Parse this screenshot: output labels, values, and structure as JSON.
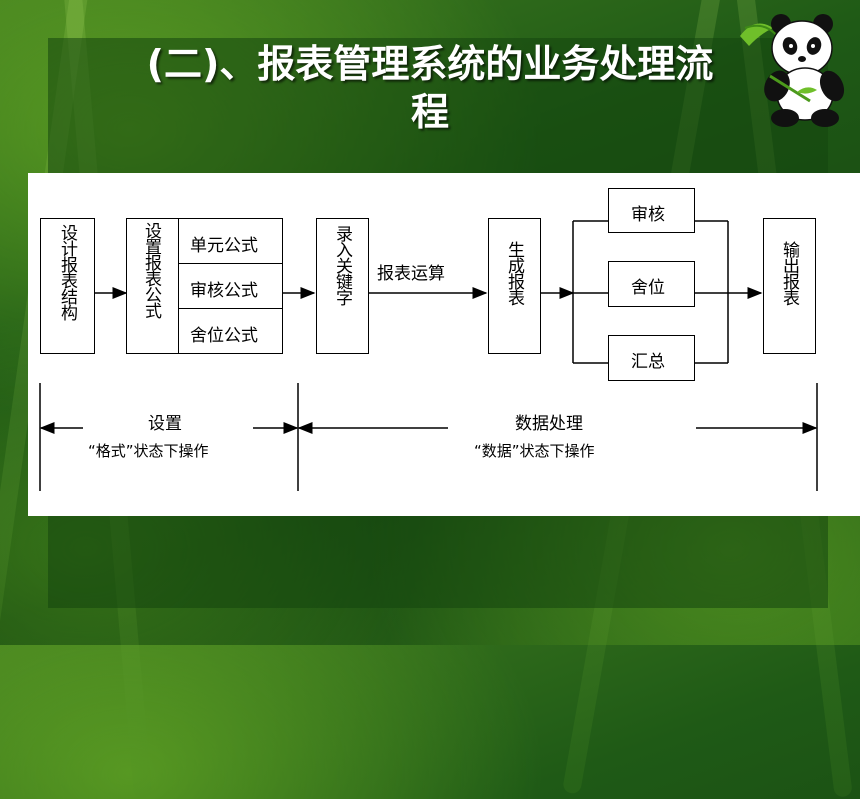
{
  "slide": {
    "title_line1": "(二)、报表管理系统的业务处理流",
    "title_line2": "程"
  },
  "diagram": {
    "design_structure": "设计报表结构",
    "set_formula": "设置报表公式",
    "formula_items": [
      "单元公式",
      "审核公式",
      "舍位公式"
    ],
    "enter_keyword": "录入关键字",
    "report_calc": "报表运算",
    "generate_report": "生成报表",
    "branch_items": [
      "审核",
      "舍位",
      "汇总"
    ],
    "output_report": "输出报表",
    "phase_setup": "设置",
    "phase_setup_mode": "“格式”状态下操作",
    "phase_data": "数据处理",
    "phase_data_mode": "“数据”状态下操作"
  }
}
